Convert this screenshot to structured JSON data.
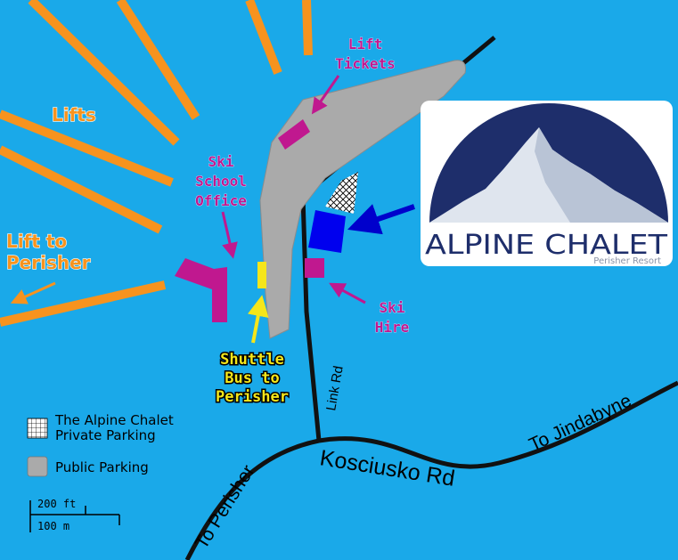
{
  "labels": {
    "lifts": "Lifts",
    "lift_to_perisher_line1": "Lift to",
    "lift_to_perisher_line2": "Perisher",
    "lift_tickets_line1": "Lift",
    "lift_tickets_line2": "Tickets",
    "ski_school_line1": "Ski",
    "ski_school_line2": "School",
    "ski_school_line3": "Office",
    "ski_hire_line1": "Ski",
    "ski_hire_line2": "Hire",
    "shuttle_line1": "Shuttle",
    "shuttle_line2": "Bus to",
    "shuttle_line3": "Perisher"
  },
  "roads": {
    "link_rd": "Link Rd",
    "kosciusko_rd": "Kosciusko Rd",
    "to_perisher": "To Perisher",
    "to_jindabyne": "To Jindabyne"
  },
  "logo": {
    "name": "ALPINE CHALET",
    "subtitle": "Perisher Resort"
  },
  "legend": {
    "private_parking_line1": "The Alpine Chalet",
    "private_parking_line2": "Private Parking",
    "public_parking": "Public Parking"
  },
  "scale": {
    "feet": "200 ft",
    "meters": "100 m"
  },
  "colors": {
    "water": "#1aa9e9",
    "lift_line": "#f7931e",
    "magenta": "#c0188f",
    "chalet_blue": "#0000ee",
    "shuttle_yellow": "#f5e61a",
    "parking_grey": "#aaaaaa",
    "road": "#111111",
    "logo_navy": "#1e2e6b"
  }
}
